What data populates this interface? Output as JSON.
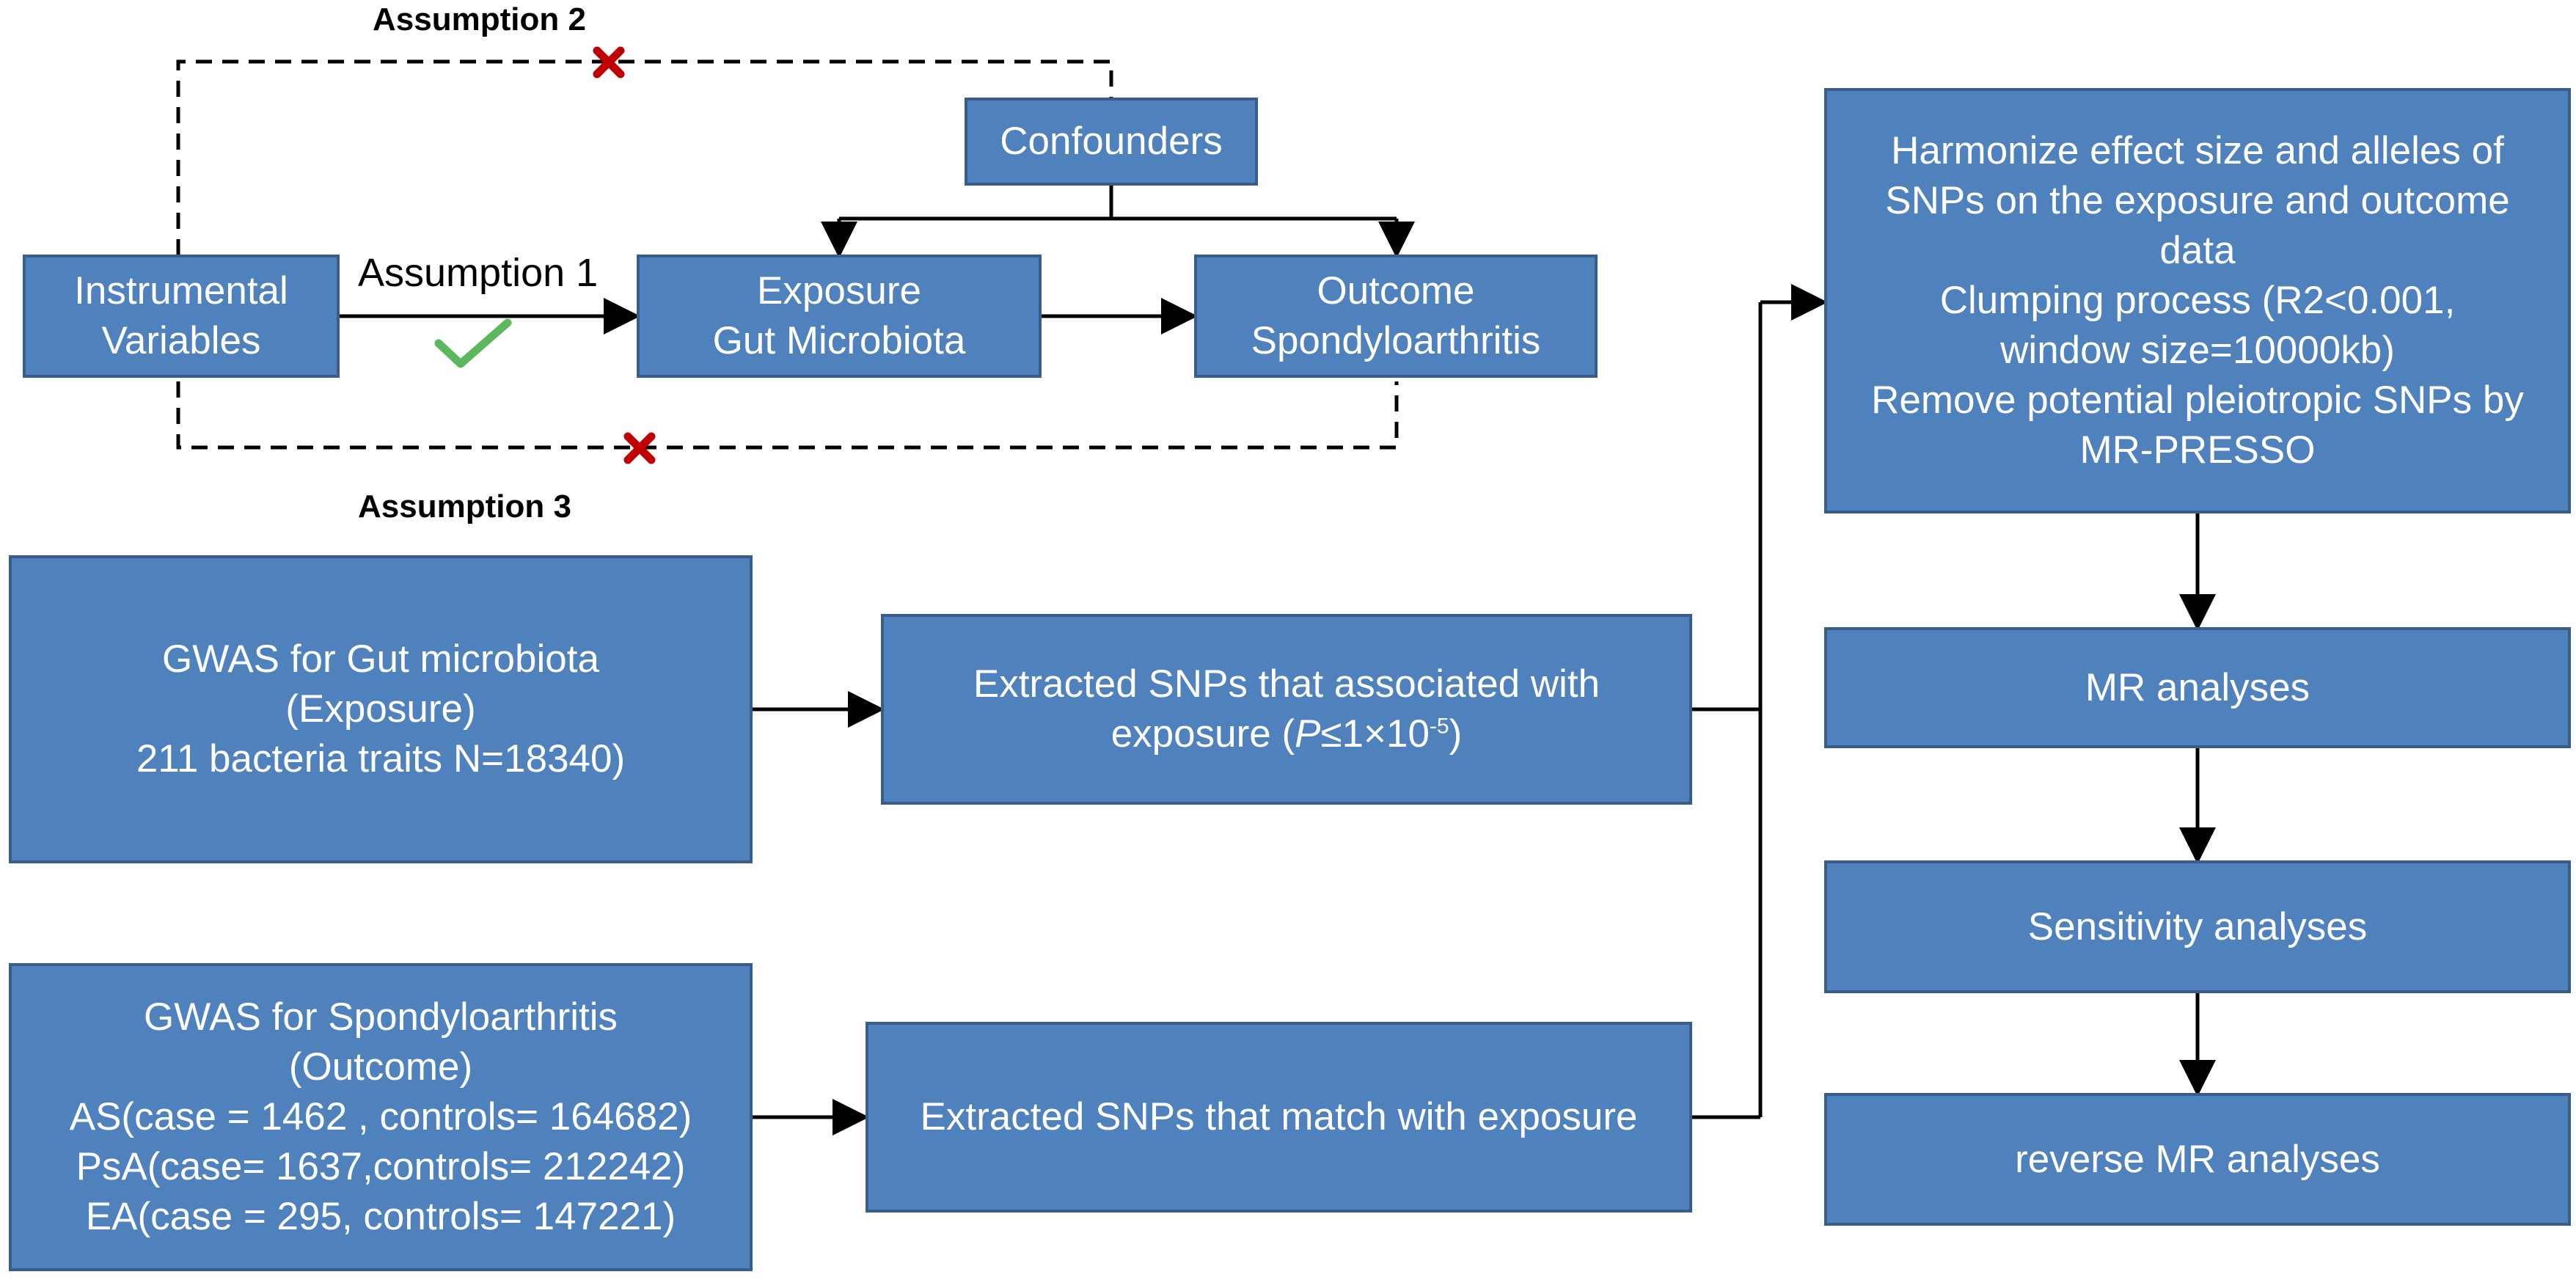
{
  "assumptions": {
    "a1": "Assumption 1",
    "a2": "Assumption 2",
    "a3": "Assumption 3"
  },
  "nodes": {
    "confounders": "Confounders",
    "instrumental": [
      "Instrumental",
      "Variables"
    ],
    "exposure": [
      "Exposure",
      "Gut Microbiota"
    ],
    "outcome": [
      "Outcome",
      "Spondyloarthritis"
    ],
    "gwas_gut": [
      "GWAS for Gut microbiota",
      "(Exposure)",
      "211 bacteria traits N=18340)"
    ],
    "gwas_spa": [
      "GWAS for Spondyloarthritis",
      "(Outcome)",
      "AS(case = 1462 , controls= 164682)",
      "PsA(case= 1637,controls= 212242)",
      "EA(case = 295, controls= 147221)"
    ],
    "extract_exposure": {
      "line1": "Extracted SNPs that associated with",
      "line2_prefix": "exposure (",
      "p_symbol": "P",
      "line2_mid": "≤1×10",
      "exponent": "-5",
      "line2_suffix": ")"
    },
    "extract_match": "Extracted SNPs that match with exposure",
    "harmonize": [
      "Harmonize effect size and alleles of",
      "SNPs on the exposure and outcome",
      "data",
      "Clumping process (R2<0.001,",
      "window size=10000kb)",
      "Remove potential pleiotropic SNPs by",
      "MR-PRESSO"
    ],
    "mr": "MR analyses",
    "sensitivity": "Sensitivity analyses",
    "reverse_mr": "reverse MR analyses"
  },
  "colors": {
    "box_fill": "#4f81bd",
    "box_border": "#385d8a",
    "check": "#5cb85c",
    "cross": "#c00000"
  }
}
